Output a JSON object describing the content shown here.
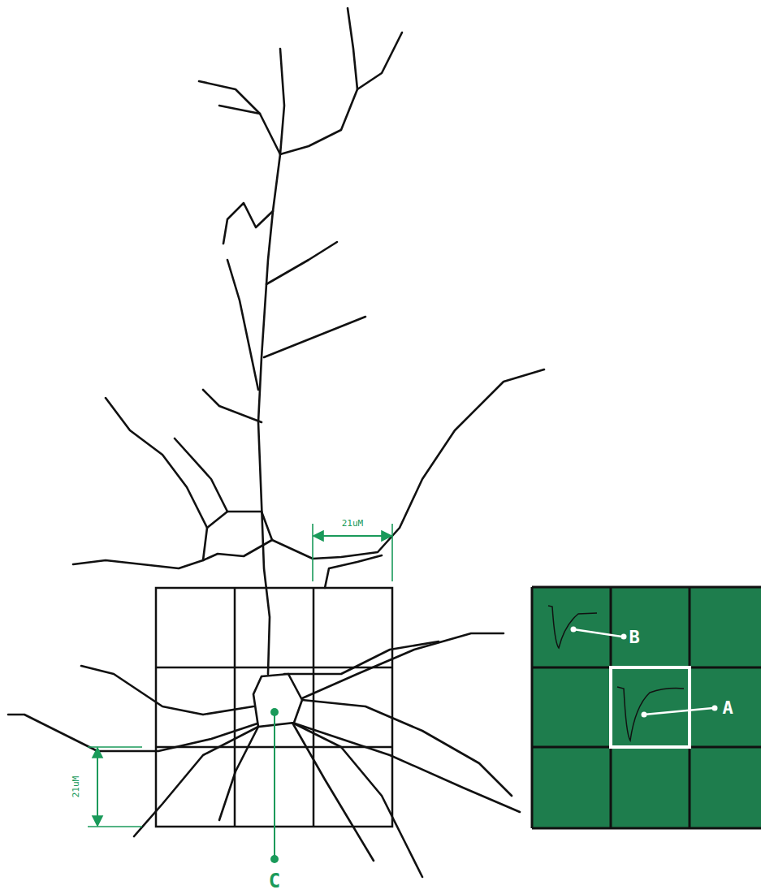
{
  "diagram": {
    "labels": [
      "21uM",
      "21uM",
      "C",
      "B",
      "A"
    ]
  }
}
